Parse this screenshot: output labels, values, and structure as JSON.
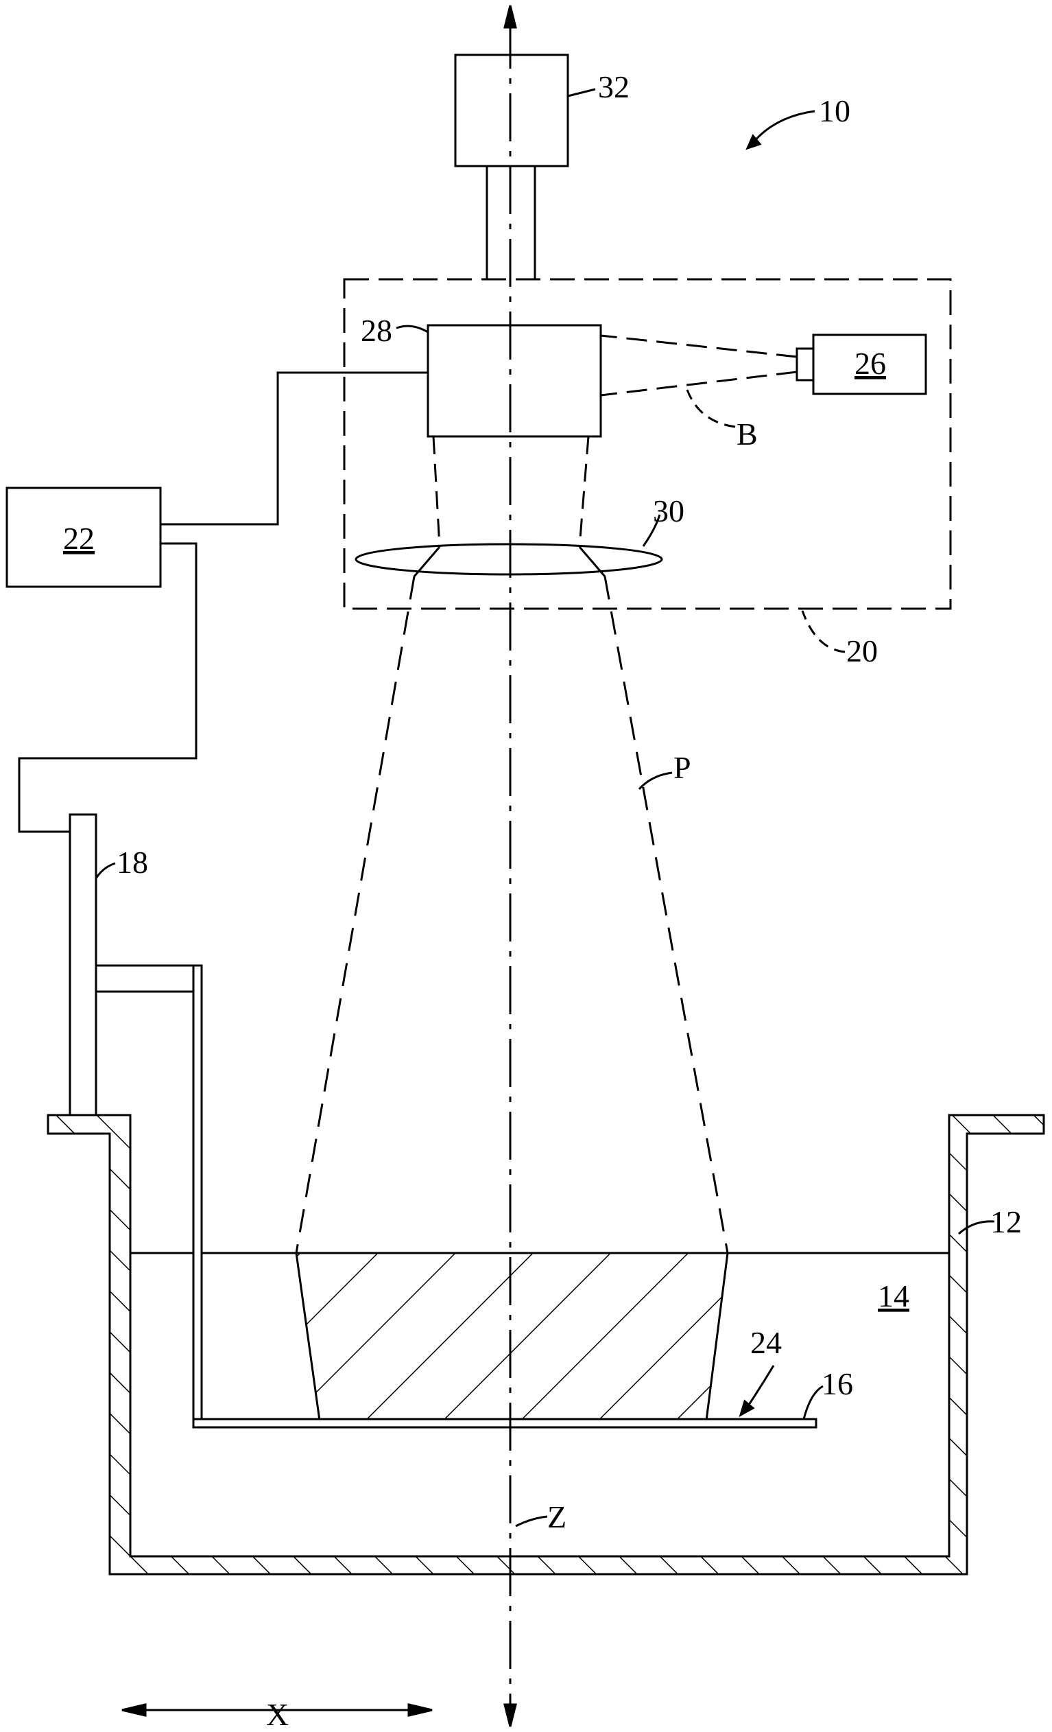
{
  "labels": {
    "system": "10",
    "vat": "12",
    "resin": "14",
    "build_plate": "16",
    "elevator": "18",
    "projector_assembly": "20",
    "controller": "22",
    "part": "24",
    "light_source": "26",
    "modulator": "28",
    "lens": "30",
    "camera": "32",
    "beam": "B",
    "patterned_image": "P",
    "z_axis": "Z",
    "x_axis": "X"
  }
}
